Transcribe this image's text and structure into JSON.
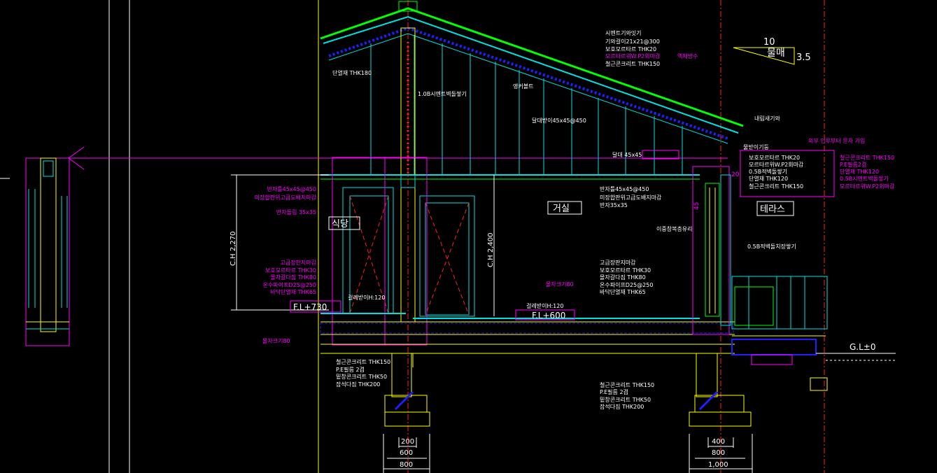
{
  "colors": {
    "background": "#000000",
    "structure": "#ffff00",
    "wall": "#00e0e0",
    "roof": "#00ff00",
    "annotation": "#ff00ff",
    "note_text": "#ffffff",
    "axis": "#ff2020",
    "insulation": "#2020ff"
  },
  "slope": {
    "run": "10",
    "label": "물매",
    "rise": "3.5"
  },
  "rooms": {
    "dining": "식당",
    "living": "거실",
    "terrace": "테라스"
  },
  "levels": {
    "dining_fl": "F.L+730",
    "living_fl": "F.L+600",
    "ground": "G.L±0",
    "dining_ceiling": "C.H 2,270",
    "living_ceiling": "C.H 2,400",
    "dim_45": "45",
    "dim_20": "20"
  },
  "roof_notes": [
    "시멘트기와잇기",
    "기와걸이21x21@300",
    "보호모르타르 THK20",
    "모르타르위W.P2회마감",
    "철근콘크리트 THK150"
  ],
  "roof_note_magenta": "액체방수",
  "insulation_note": "단열재 THK180",
  "wall_board_note": "1.0B시멘트벽돌쌓기",
  "anchor_bolt": "앵커볼트",
  "rafter": "달대받이45x45@450",
  "hanger": "달대 45x45",
  "fascia": "내림새기와",
  "gutter": "물받이기둥",
  "exterior_note": "외부 인루부터 문자 기입",
  "ceiling_notes": [
    "반자틀45x45@450",
    "미장합판위고급도배지마감",
    "반자돌림 35x35"
  ],
  "ceiling_notes_right": [
    "반자틀45x45@450",
    "미장합판위고급도배지마감",
    "반자35x35"
  ],
  "terrace_wall_left": [
    "보호모르타르 THK20",
    "모르타르위W.P2회마감",
    "0.5B적벽돌쌓기",
    "단열재 THK120",
    "철근콘크리트 THK150"
  ],
  "terrace_wall_right": [
    "철근콘크리트 THK150",
    "P.E필름2겹",
    "단열재 THK120",
    "0.5B시멘트벽돌쌓기",
    "모르타르위W.P2회마감"
  ],
  "window_note": "이중창복층유리",
  "brick_note": "0.5B적벽돌치장쌓기",
  "floor_notes_left": [
    "고급장판지마감",
    "보호모르타르 THK30",
    "몰자갈다짐 THK80",
    "온수파이프D25@250",
    "바닥단열재 THK65"
  ],
  "floor_notes_right": [
    "고급장판지마감",
    "보호모르타르 THK30",
    "몰자갈다짐 THK80",
    "온수파이프D25@250",
    "바닥단열재 THK65"
  ],
  "baseboard_left": "걸레받이H:120",
  "baseboard_right": "걸레받이H:120",
  "spacer_left": "몰자크기80",
  "spacer_mid": "몰자크기80",
  "slab_notes_left": [
    "철근콘크리트 THK150",
    "P.E필름 2겹",
    "밑창콘크리트 THK50",
    "잡석다짐 THK200"
  ],
  "slab_notes_right": [
    "철근콘크리트 THK150",
    "P.E필름 2겹",
    "밑창콘크리트 THK50",
    "잡석다짐 THK200"
  ],
  "footing_left": {
    "top": "200",
    "mid": "600",
    "bottom": "800"
  },
  "footing_right": {
    "top": "400",
    "mid": "800",
    "bottom": "1,000"
  }
}
